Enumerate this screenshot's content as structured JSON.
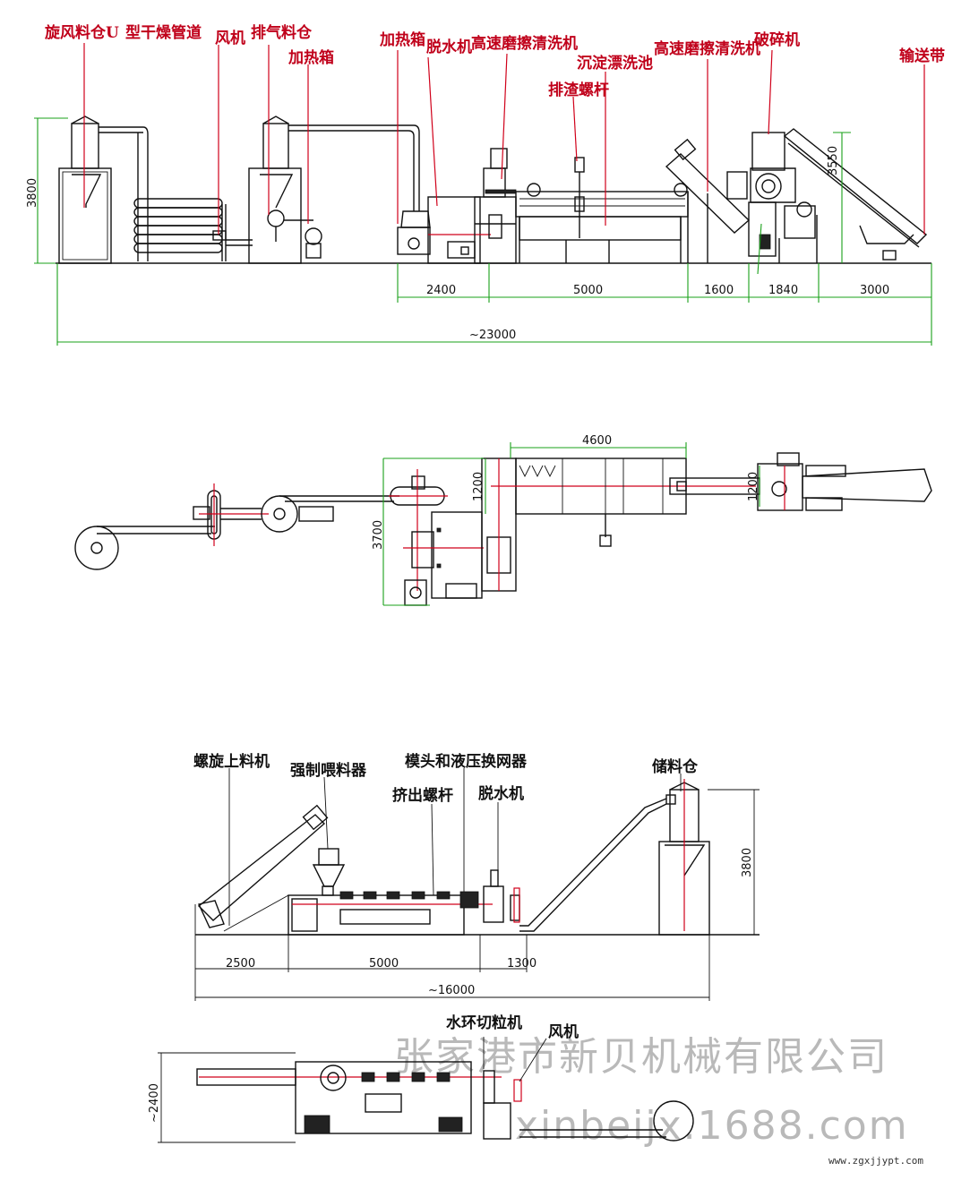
{
  "top_view": {
    "labels": {
      "cyclone_bin": "旋风料仓",
      "u_dry_pipe": "型干燥管道",
      "u_symbol": "U",
      "fan": "风机",
      "exhaust_bin": "排气料仓",
      "heater_box_1": "加热箱",
      "heater_box_2": "加热箱",
      "dewatering": "脱水机",
      "friction_washer_1": "高速磨擦清洗机",
      "sink_float_tank": "沉淀漂洗池",
      "screw_discharger": "排渣螺杆",
      "friction_washer_2": "高速磨擦清洗机",
      "crusher": "破碎机",
      "conveyor": "输送带"
    },
    "dimensions": {
      "height": "3800",
      "crusher_height": "3550",
      "seg_1": "2400",
      "seg_2": "5000",
      "seg_3": "1600",
      "seg_4": "1840",
      "seg_5": "3000",
      "total": "~23000"
    }
  },
  "plan_view": {
    "dimensions": {
      "tank_length": "4600",
      "tank_width": "1200",
      "crusher_width": "1200",
      "height": "3700"
    }
  },
  "pellet_line": {
    "labels": {
      "screw_loader": "螺旋上料机",
      "force_feeder": "强制喂料器",
      "die_screen_changer": "模头和液压换网器",
      "extrusion_screw": "挤出螺杆",
      "dewatering": "脱水机",
      "storage_bin": "储料仓"
    },
    "dimensions": {
      "seg_1": "2500",
      "seg_2": "5000",
      "seg_3": "1300",
      "height": "3800",
      "total": "~16000"
    }
  },
  "pellet_plan": {
    "labels": {
      "water_ring_cutter": "水环切粒机",
      "fan": "风机"
    },
    "dimensions": {
      "width": "~2400"
    }
  },
  "watermark": {
    "company": "张家港市新贝机械有限公司",
    "url": "xinbeijx.1688.com",
    "site": "www.zgxjjypt.com"
  }
}
